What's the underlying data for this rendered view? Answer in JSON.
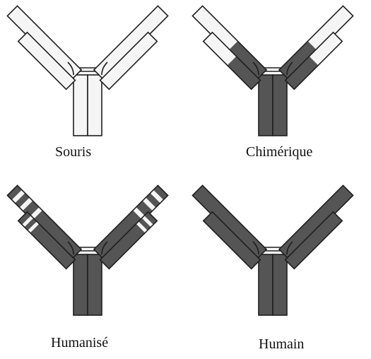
{
  "diagram": {
    "antibodies": [
      {
        "id": "mouse",
        "label": "Souris",
        "style": "all-white"
      },
      {
        "id": "chimeric",
        "label": "Chimérique",
        "style": "variable-white"
      },
      {
        "id": "humanized",
        "label": "Humanisé",
        "style": "cdr-white"
      },
      {
        "id": "human",
        "label": "Humain",
        "style": "all-dark"
      }
    ]
  },
  "colors": {
    "mouse_region": "#f5f5f5",
    "human_region": "#555555",
    "outline": "#1e1e1e",
    "background": "#ffffff"
  }
}
